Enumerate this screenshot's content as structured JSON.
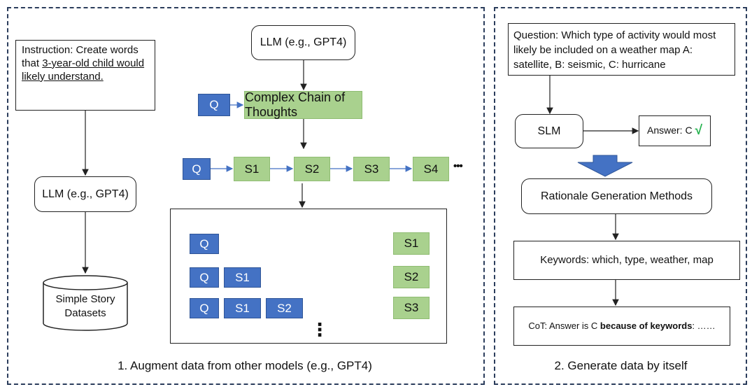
{
  "left": {
    "instruction_prefix": "Instruction: Create words that ",
    "instruction_underlined": "3-year-old child would likely understand.",
    "llm_left": "LLM (e.g., GPT4)",
    "dataset": "Simple Story Datasets",
    "llm_top": "LLM (e.g., GPT4)",
    "q": "Q",
    "complex_cot": "Complex Chain of Thoughts",
    "chain": [
      "Q",
      "S1",
      "S2",
      "S3",
      "S4"
    ],
    "ellipsis_h": "•••",
    "rows": [
      {
        "blue": [
          "Q"
        ],
        "green": "S1"
      },
      {
        "blue": [
          "Q",
          "S1"
        ],
        "green": "S2"
      },
      {
        "blue": [
          "Q",
          "S1",
          "S2"
        ],
        "green": "S3"
      }
    ],
    "ellipsis_v": "⋮",
    "caption": "1. Augment data from other models (e.g., GPT4)"
  },
  "right": {
    "question": "Question: Which type of activity would most likely be included on a weather map A: satellite, B: seismic, C: hurricane",
    "slm": "SLM",
    "answer": "Answer: C",
    "check": "√",
    "methods": "Rationale Generation Methods",
    "keywords": "Keywords: which, type, weather, map",
    "cot_prefix": "CoT: Answer is C ",
    "cot_bold": "because of keywords",
    "cot_suffix": ": ……",
    "caption": "2. Generate data by itself"
  },
  "colors": {
    "blue": "#4472c4",
    "green": "#a9d18e",
    "frame": "#2b3d5c",
    "check": "#22b14c"
  }
}
